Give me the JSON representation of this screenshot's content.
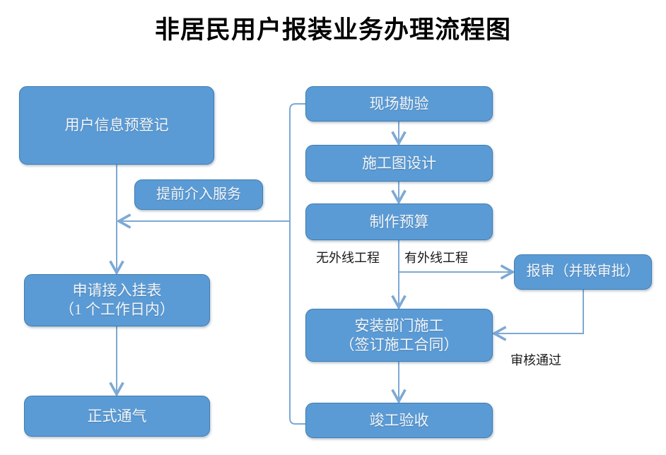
{
  "title": "非居民用户报装业务办理流程图",
  "theme": {
    "node_fill": "#5B9BD5",
    "node_border": "#3E7CB0",
    "node_text": "#F2F6FA",
    "connector": "#7DA9D4",
    "background": "#FFFFFF",
    "label_text": "#1A1A1A"
  },
  "nodes": {
    "user_pre_register": "用户信息预登记",
    "advance_service": "提前介入服务",
    "apply_meter": "申请接入挂表\n（1 个工作日内）",
    "formal_gas": "正式通气",
    "site_survey": "现场勘验",
    "drawing_design": "施工图设计",
    "budget": "制作预算",
    "review_parallel": "报审（并联审批）",
    "install_construct": "安装部门施工\n（签订施工合同）",
    "completion_check": "竣工验收"
  },
  "edge_labels": {
    "no_external": "无外线工程",
    "has_external": "有外线工程",
    "review_passed": "审核通过"
  }
}
